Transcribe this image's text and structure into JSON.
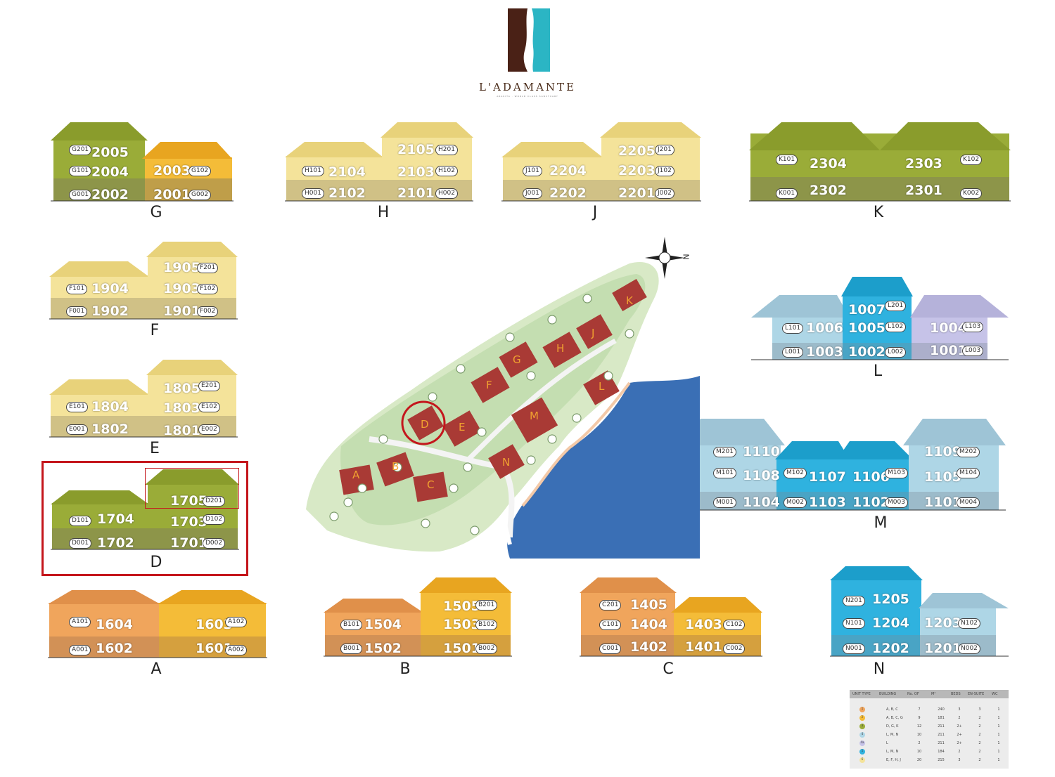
{
  "brand": {
    "name": "L'ADAMANTE",
    "tagline": "ARAKITA · WORLD CLASS SANCTUARY"
  },
  "colors": {
    "green": "#9aac38",
    "yellow": "#f4e39a",
    "orange": "#f0a55c",
    "gold": "#f4bc38",
    "sky": "#aed6e6",
    "blue": "#2fb2df",
    "lavender": "#c6c3e8",
    "brown": "#4a2116",
    "teal": "#2bb5c4",
    "red": "#c4161c"
  },
  "buildings": {
    "G": {
      "label": "G",
      "units": [
        "2005",
        "2004",
        "2002",
        "2003",
        "2001"
      ],
      "codes": [
        "G201",
        "G101",
        "G001",
        "G102",
        "G002"
      ]
    },
    "H": {
      "label": "H",
      "units": [
        "2104",
        "2102",
        "2105",
        "2103",
        "2101"
      ],
      "codes": [
        "H101",
        "H001",
        "H201",
        "H102",
        "H002"
      ]
    },
    "J": {
      "label": "J",
      "units": [
        "2204",
        "2202",
        "2205",
        "2203",
        "2201"
      ],
      "codes": [
        "J101",
        "J001",
        "J201",
        "J102",
        "J002"
      ]
    },
    "K": {
      "label": "K",
      "units": [
        "2304",
        "2302",
        "2303",
        "2301"
      ],
      "codes": [
        "K101",
        "K001",
        "K102",
        "K002"
      ]
    },
    "F": {
      "label": "F",
      "units": [
        "1904",
        "1902",
        "1905",
        "1903",
        "1901"
      ],
      "codes": [
        "F101",
        "F001",
        "F201",
        "F102",
        "F002"
      ]
    },
    "E": {
      "label": "E",
      "units": [
        "1804",
        "1802",
        "1805",
        "1803",
        "1801"
      ],
      "codes": [
        "E101",
        "E001",
        "E201",
        "E102",
        "E002"
      ]
    },
    "D": {
      "label": "D",
      "units": [
        "1704",
        "1702",
        "1705",
        "1703",
        "1701"
      ],
      "codes": [
        "D101",
        "D001",
        "D201",
        "D102",
        "D002"
      ]
    },
    "A": {
      "label": "A",
      "units": [
        "1604",
        "1602",
        "1603",
        "1601"
      ],
      "codes": [
        "A101",
        "A001",
        "A102",
        "A002"
      ]
    },
    "B": {
      "label": "B",
      "units": [
        "1504",
        "1502",
        "1505",
        "1503",
        "1501"
      ],
      "codes": [
        "B101",
        "B001",
        "B201",
        "B102",
        "B002"
      ]
    },
    "C": {
      "label": "C",
      "units": [
        "1405",
        "1404",
        "1402",
        "1403",
        "1401"
      ],
      "codes": [
        "C201",
        "C101",
        "C001",
        "C102",
        "C002"
      ]
    },
    "L": {
      "label": "L",
      "units": [
        "1006",
        "1003",
        "1007",
        "1005",
        "1002",
        "1004",
        "1001"
      ],
      "codes": [
        "L101",
        "L001",
        "L201",
        "L102",
        "L002",
        "L103",
        "L003"
      ]
    },
    "M": {
      "label": "M",
      "units": [
        "1110",
        "1108",
        "1104",
        "1107",
        "1103",
        "1106",
        "1102",
        "1109",
        "1105",
        "1101"
      ],
      "codes": [
        "M201",
        "M101",
        "M001",
        "M102",
        "M002",
        "M103",
        "M003",
        "M202",
        "M104",
        "M004"
      ]
    },
    "N": {
      "label": "N",
      "units": [
        "1205",
        "1204",
        "1202",
        "1203",
        "1201"
      ],
      "codes": [
        "N201",
        "N101",
        "N001",
        "N102",
        "N002"
      ]
    }
  },
  "sitemap": {
    "compass": "N",
    "buildings": [
      "K",
      "J",
      "H",
      "G",
      "F",
      "L",
      "M",
      "D",
      "E",
      "N",
      "A",
      "B",
      "C"
    ]
  },
  "legend": {
    "headers": [
      "UNIT TYPE",
      "BUILDING",
      "No. OF",
      "M²",
      "BEDS",
      "EN-SUITE",
      "WC"
    ],
    "rows": [
      {
        "type": "1",
        "building": "A, B, C",
        "no": "7",
        "m2": "240",
        "beds": "3",
        "ensuite": "3",
        "wc": "1",
        "color": "#f0a55c"
      },
      {
        "type": "2",
        "building": "A, B, C, G",
        "no": "9",
        "m2": "181",
        "beds": "2",
        "ensuite": "2",
        "wc": "1",
        "color": "#f4bc38"
      },
      {
        "type": "3",
        "building": "D, G, K",
        "no": "12",
        "m2": "211",
        "beds": "2+",
        "ensuite": "2",
        "wc": "1",
        "color": "#9aac38"
      },
      {
        "type": "4",
        "building": "L, M, N",
        "no": "10",
        "m2": "211",
        "beds": "2+",
        "ensuite": "2",
        "wc": "1",
        "color": "#aed6e6"
      },
      {
        "type": "4a",
        "building": "L",
        "no": "2",
        "m2": "211",
        "beds": "2+",
        "ensuite": "2",
        "wc": "1",
        "color": "#c6c3e8"
      },
      {
        "type": "5",
        "building": "L, M, N",
        "no": "10",
        "m2": "184",
        "beds": "2",
        "ensuite": "2",
        "wc": "1",
        "color": "#2fb2df"
      },
      {
        "type": "6",
        "building": "E, F, H, J",
        "no": "20",
        "m2": "215",
        "beds": "3",
        "ensuite": "2",
        "wc": "1",
        "color": "#f4e39a"
      }
    ]
  }
}
